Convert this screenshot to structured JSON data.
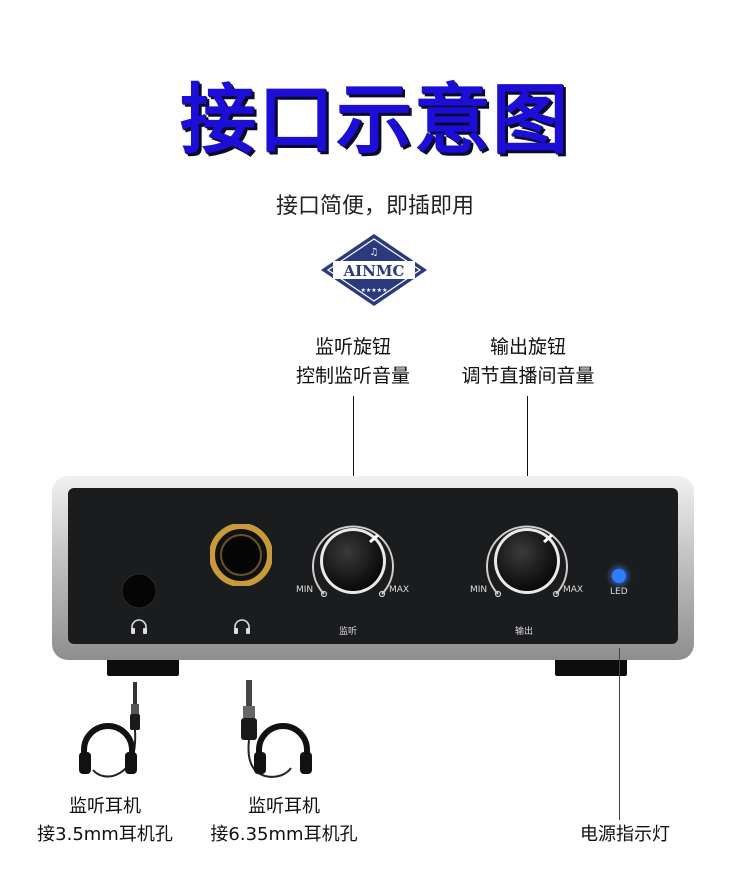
{
  "title": "接口示意图",
  "subtitle": "接口简便，即插即用",
  "logo": {
    "text": "AINMC",
    "stars": "★★★★★",
    "color": "#2a3a7c"
  },
  "monitor_knob": {
    "line1": "监听旋钮",
    "line2": "控制监听音量"
  },
  "output_knob": {
    "line1": "输出旋钮",
    "line2": "调节直播间音量"
  },
  "device": {
    "min": "MIN",
    "max": "MAX",
    "monitor_label": "监听",
    "output_label": "输出",
    "led": "LED",
    "led_color": "#2f7dff",
    "jack_ring_color": "#c79a3c"
  },
  "headphone_35": {
    "line1": "监听耳机",
    "line2": "接3.5mm耳机孔"
  },
  "headphone_635": {
    "line1": "监听耳机",
    "line2": "接6.35mm耳机孔"
  },
  "power_indicator": "电源指示灯"
}
